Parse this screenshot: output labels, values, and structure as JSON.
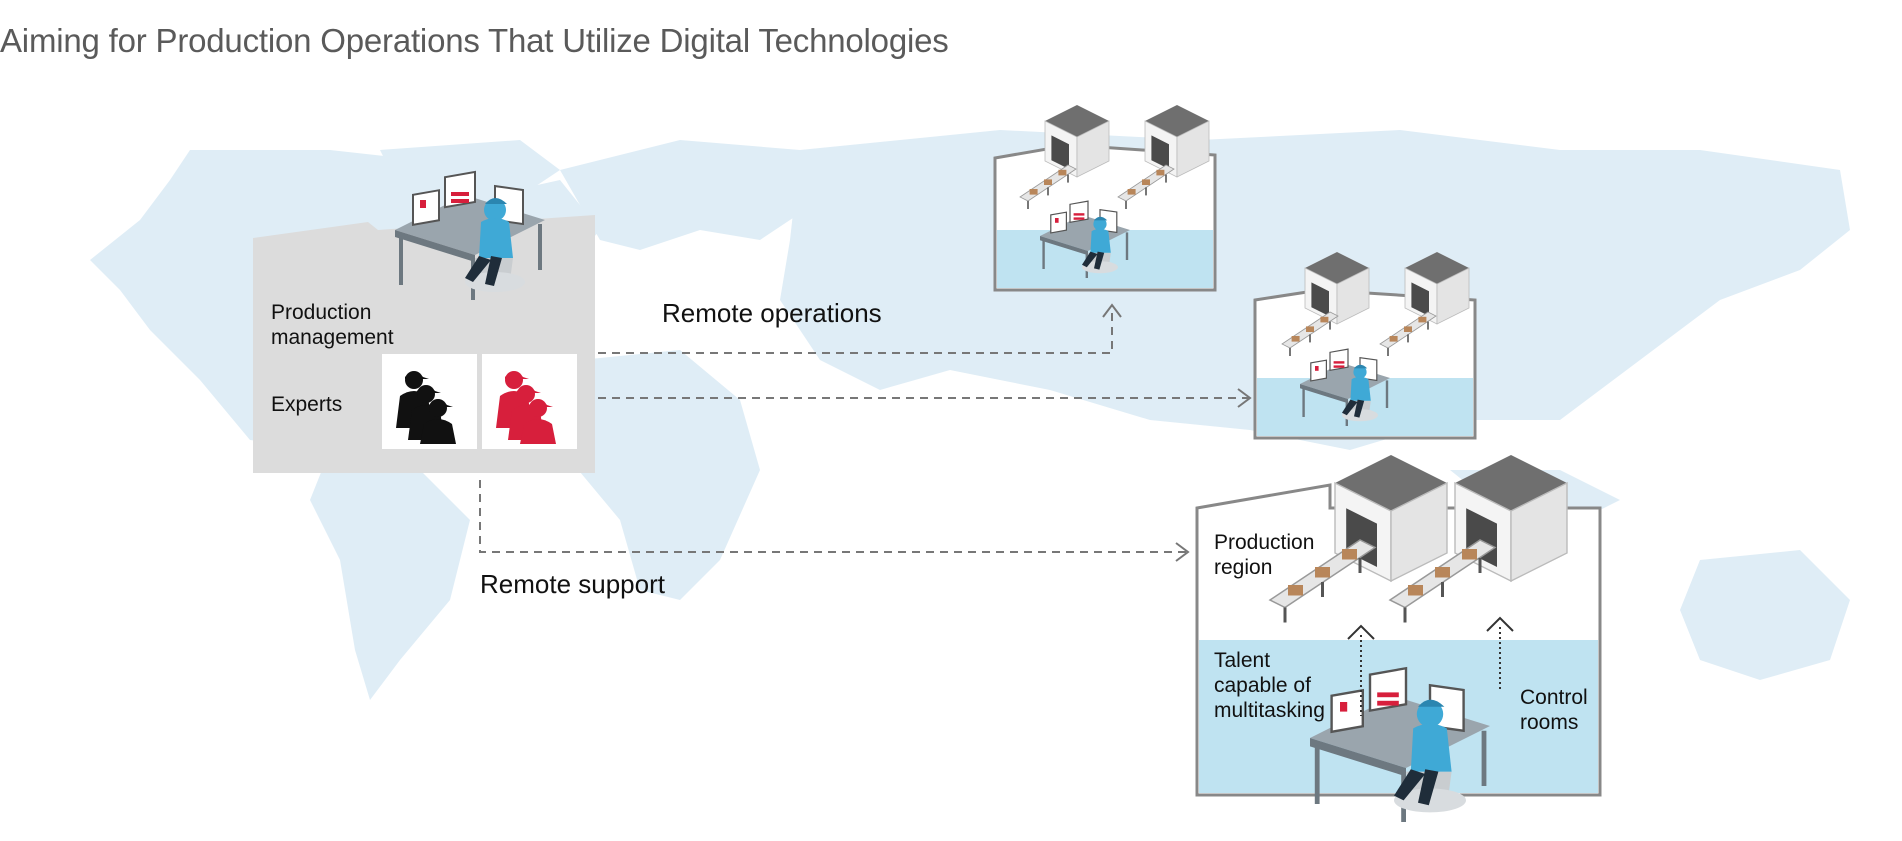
{
  "title": "Aiming for Production Operations That Utilize Digital Technologies",
  "hq": {
    "production_management": [
      "Production",
      "management"
    ],
    "experts": "Experts"
  },
  "flows": {
    "remote_operations": "Remote operations",
    "remote_support": "Remote support"
  },
  "site": {
    "production_region": [
      "Production",
      "region"
    ],
    "talent": [
      "Talent",
      "capable of",
      "multitasking"
    ],
    "control_rooms": [
      "Control",
      "rooms"
    ]
  },
  "colors": {
    "map": "#dfedf6",
    "panel_gray": "#dcdcdc",
    "control_blue": "#bfe3f1",
    "worker_blue": "#3fa9d6",
    "expert_red": "#d71f3c",
    "roof": "#6f6f6f",
    "dash": "#777777"
  }
}
